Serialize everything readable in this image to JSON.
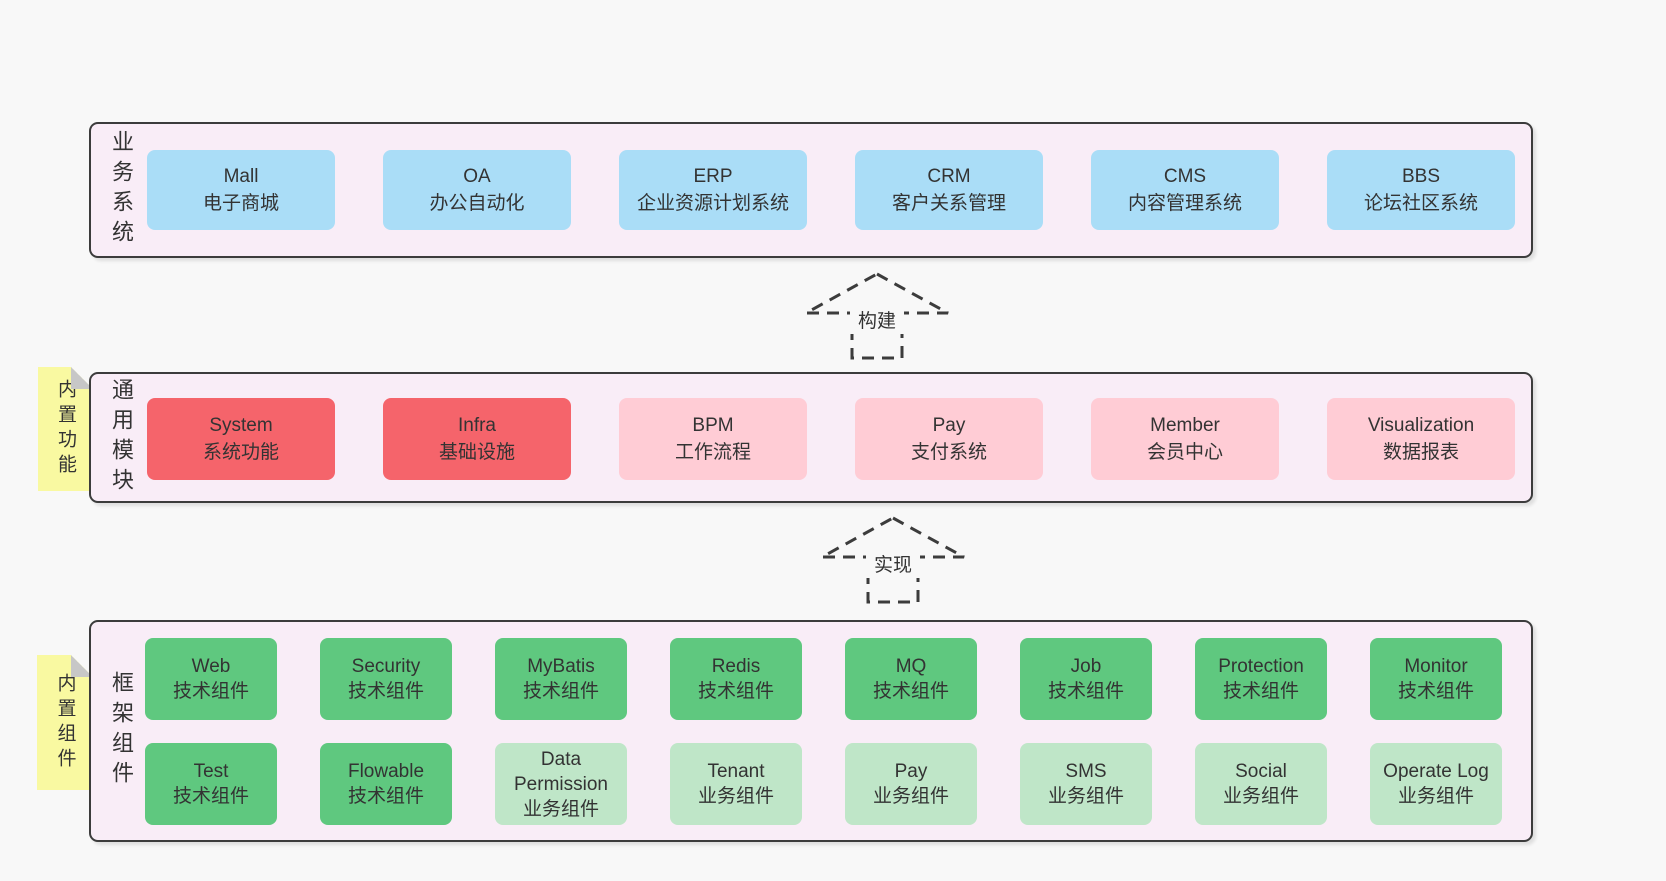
{
  "colors": {
    "blue": "#aaddf7",
    "red": "#f5646b",
    "pink": "#ffccd5",
    "green": "#5fc87f",
    "light_green": "#bfe6c8",
    "container_bg": "#f9edf7",
    "note_yellow": "#f9f9a1",
    "outline": "#3c3c3c",
    "text": "#333333"
  },
  "arrows": [
    {
      "label": "构建"
    },
    {
      "label": "实现"
    }
  ],
  "layers": [
    {
      "label": "业务系统",
      "boxes": [
        {
          "name": "Mall",
          "desc": "电子商城",
          "type": "blue"
        },
        {
          "name": "OA",
          "desc": "办公自动化",
          "type": "blue"
        },
        {
          "name": "ERP",
          "desc": "企业资源计划系统",
          "type": "blue"
        },
        {
          "name": "CRM",
          "desc": "客户关系管理",
          "type": "blue"
        },
        {
          "name": "CMS",
          "desc": "内容管理系统",
          "type": "blue"
        },
        {
          "name": "BBS",
          "desc": "论坛社区系统",
          "type": "blue"
        }
      ]
    },
    {
      "label": "通用模块",
      "note": "内置功能",
      "boxes": [
        {
          "name": "System",
          "desc": "系统功能",
          "type": "red"
        },
        {
          "name": "Infra",
          "desc": "基础设施",
          "type": "red"
        },
        {
          "name": "BPM",
          "desc": "工作流程",
          "type": "pink"
        },
        {
          "name": "Pay",
          "desc": "支付系统",
          "type": "pink"
        },
        {
          "name": "Member",
          "desc": "会员中心",
          "type": "pink"
        },
        {
          "name": "Visualization",
          "desc": "数据报表",
          "type": "pink"
        }
      ]
    },
    {
      "label": "框架组件",
      "note": "内置组件",
      "rows": [
        [
          {
            "name": "Web",
            "desc": "技术组件",
            "type": "green"
          },
          {
            "name": "Security",
            "desc": "技术组件",
            "type": "green"
          },
          {
            "name": "MyBatis",
            "desc": "技术组件",
            "type": "green"
          },
          {
            "name": "Redis",
            "desc": "技术组件",
            "type": "green"
          },
          {
            "name": "MQ",
            "desc": "技术组件",
            "type": "green"
          },
          {
            "name": "Job",
            "desc": "技术组件",
            "type": "green"
          },
          {
            "name": "Protection",
            "desc": "技术组件",
            "type": "green"
          },
          {
            "name": "Monitor",
            "desc": "技术组件",
            "type": "green"
          }
        ],
        [
          {
            "name": "Test",
            "desc": "技术组件",
            "type": "green"
          },
          {
            "name": "Flowable",
            "desc": "技术组件",
            "type": "green"
          },
          {
            "name": "Data Permission",
            "desc": "业务组件",
            "type": "light_green"
          },
          {
            "name": "Tenant",
            "desc": "业务组件",
            "type": "light_green"
          },
          {
            "name": "Pay",
            "desc": "业务组件",
            "type": "light_green"
          },
          {
            "name": "SMS",
            "desc": "业务组件",
            "type": "light_green"
          },
          {
            "name": "Social",
            "desc": "业务组件",
            "type": "light_green"
          },
          {
            "name": "Operate Log",
            "desc": "业务组件",
            "type": "light_green"
          }
        ]
      ]
    }
  ]
}
